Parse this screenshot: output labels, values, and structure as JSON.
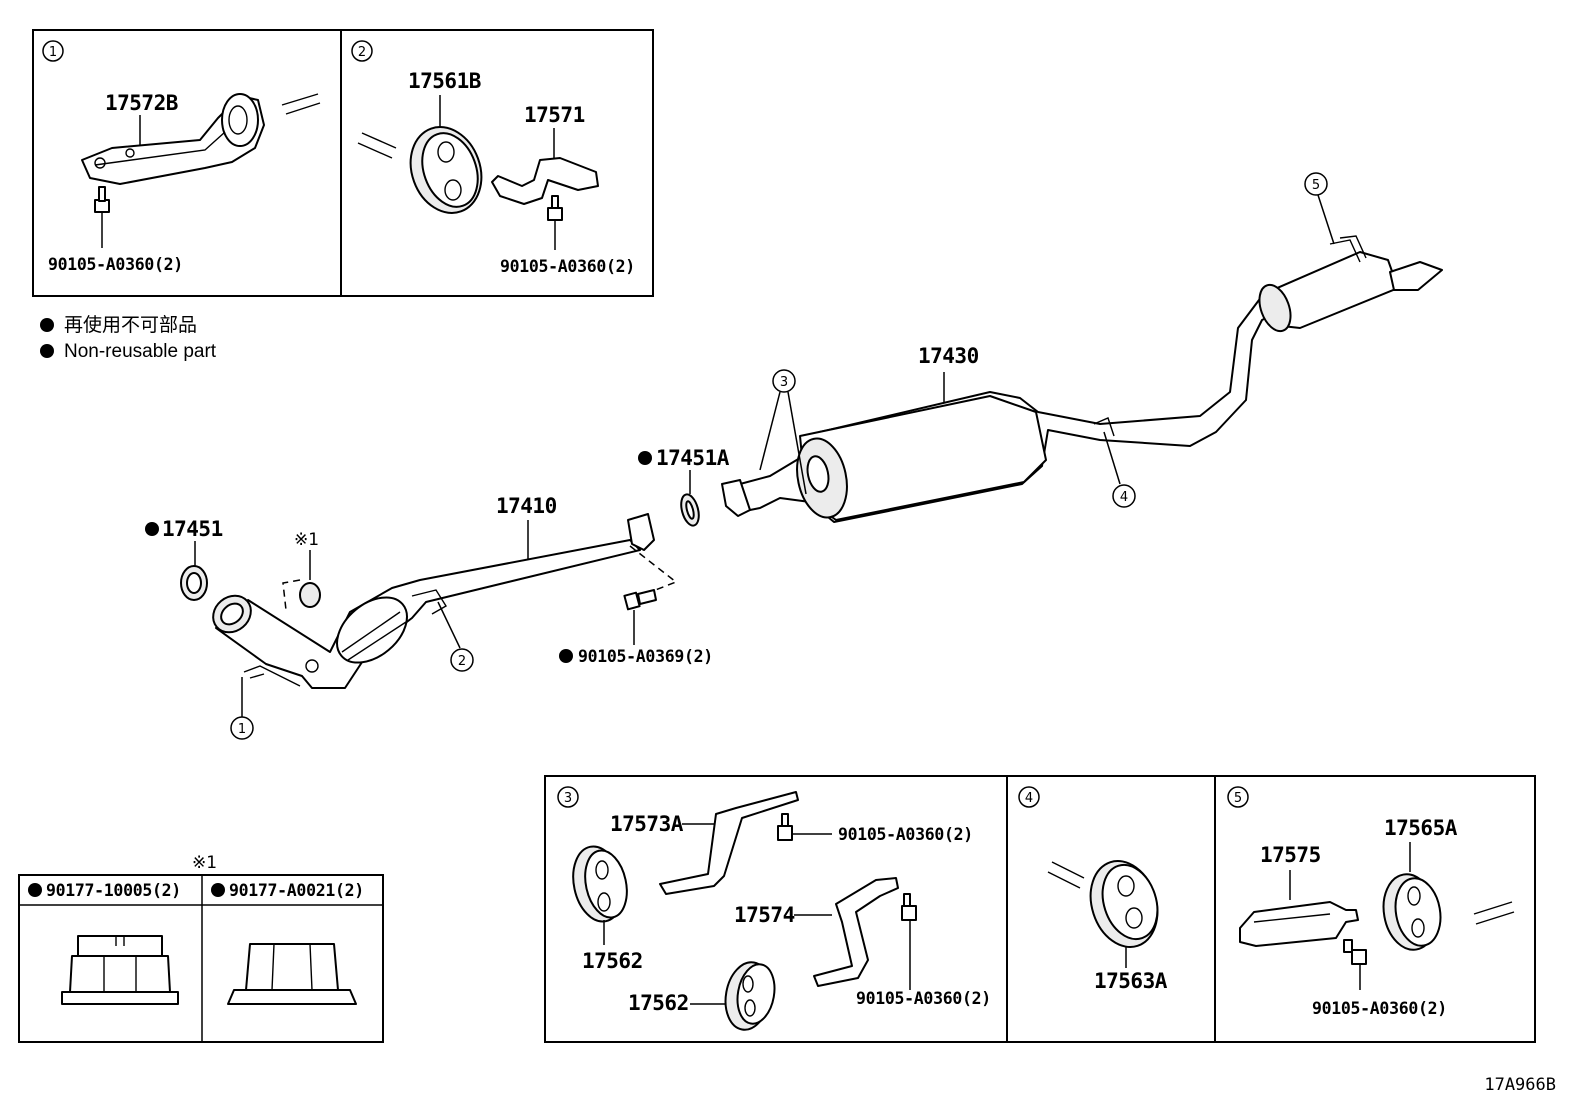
{
  "legend": {
    "jp": "再使用不可部品",
    "en": "Non-reusable part"
  },
  "callouts": {
    "c1": "1",
    "c2": "2",
    "c3": "3",
    "c4": "4",
    "c5": "5",
    "note_mark": "※1"
  },
  "inset1": {
    "part_hanger": "17572B",
    "bolt": "90105-A0360(2)"
  },
  "inset2": {
    "part_support": "17561B",
    "part_bracket": "17571",
    "bolt": "90105-A0360(2)"
  },
  "main": {
    "gasket_front": "17451",
    "front_pipe": "17410",
    "gasket_center": "17451A",
    "center_pipe": "17430",
    "bolt_front": "90105-A0369(2)"
  },
  "inset3": {
    "bracket_a": "17573A",
    "bolt_a": "90105-A0360(2)",
    "support_top": "17562",
    "bracket_b": "17574",
    "support_bottom": "17562",
    "bolt_b": "90105-A0360(2)"
  },
  "inset4": {
    "support": "17563A"
  },
  "inset5": {
    "bracket": "17575",
    "support": "17565A",
    "bolt": "90105-A0360(2)"
  },
  "nuts": {
    "nut_a": "90177-10005(2)",
    "nut_b": "90177-A0021(2)"
  },
  "diagram_code": "17A966B"
}
